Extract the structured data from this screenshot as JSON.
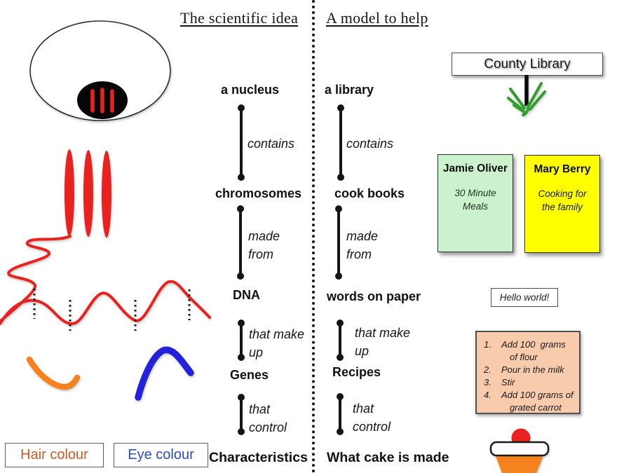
{
  "headings": {
    "science": "The scientific idea",
    "model": "A model to help"
  },
  "science_column": {
    "terms": [
      "a nucleus",
      "chromosomes",
      "DNA",
      "Genes",
      "Characteristics"
    ],
    "links": [
      "contains",
      "made from",
      "that make up",
      "that control"
    ]
  },
  "model_column": {
    "terms": [
      "a library",
      "cook books",
      "words on paper",
      "Recipes",
      "What cake is made"
    ],
    "links": [
      "contains",
      "made from",
      "that make up",
      "that control"
    ]
  },
  "library": {
    "sign": "County Library"
  },
  "books": [
    {
      "author": "Jamie Oliver",
      "title": "30 Minute Meals",
      "cover_color": "#ccf2cd"
    },
    {
      "author": "Mary Berry",
      "title": "Cooking for the family",
      "cover_color": "#ffff00"
    }
  ],
  "notes": {
    "hello": "Hello world!"
  },
  "recipe": {
    "items": [
      {
        "num": "1.",
        "text": "Add 100  grams of flour"
      },
      {
        "num": "2.",
        "text": "Pour in the milk"
      },
      {
        "num": "3.",
        "text": "Stir"
      },
      {
        "num": "4.",
        "text": "Add 100 grams of grated carrot"
      }
    ]
  },
  "labels": {
    "hair": "Hair colour",
    "eye": "Eye colour"
  },
  "colors": {
    "chromosome_red": "#e8231f",
    "hair_curve_orange": "#f5821e",
    "eye_curve_blue": "#2222dd",
    "hair_text": "#cf5a22",
    "eye_text": "#2e49c4",
    "arrow_green": "#2f9e2c",
    "book1_bg": "#ccf2cd",
    "book2_bg": "#ffff00",
    "recipe_bg": "#f8cbad"
  }
}
